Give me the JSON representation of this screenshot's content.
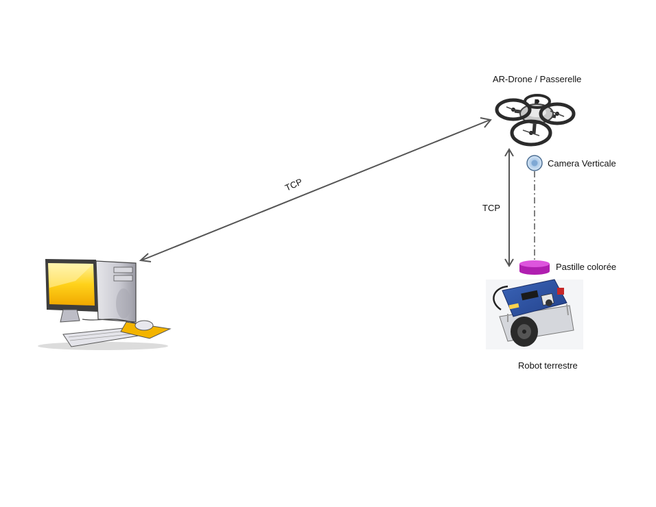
{
  "labels": {
    "drone": "AR-Drone / Passerelle",
    "camera": "Camera Verticale",
    "tcp_vertical": "TCP",
    "tcp_diagonal": "TCP",
    "pastille": "Pastille colorée",
    "robot": "Robot terrestre"
  },
  "icons": {
    "computer": "desktop-computer-icon",
    "drone": "quadcopter-drone-icon",
    "camera": "camera-lens-icon",
    "pastille": "colored-disc-icon",
    "robot": "ground-robot-icon"
  },
  "colors": {
    "arrow": "#555555",
    "camera": "#a9cbe8",
    "pastille": "#cc33cc",
    "monitor_screen": "#f5c400"
  }
}
